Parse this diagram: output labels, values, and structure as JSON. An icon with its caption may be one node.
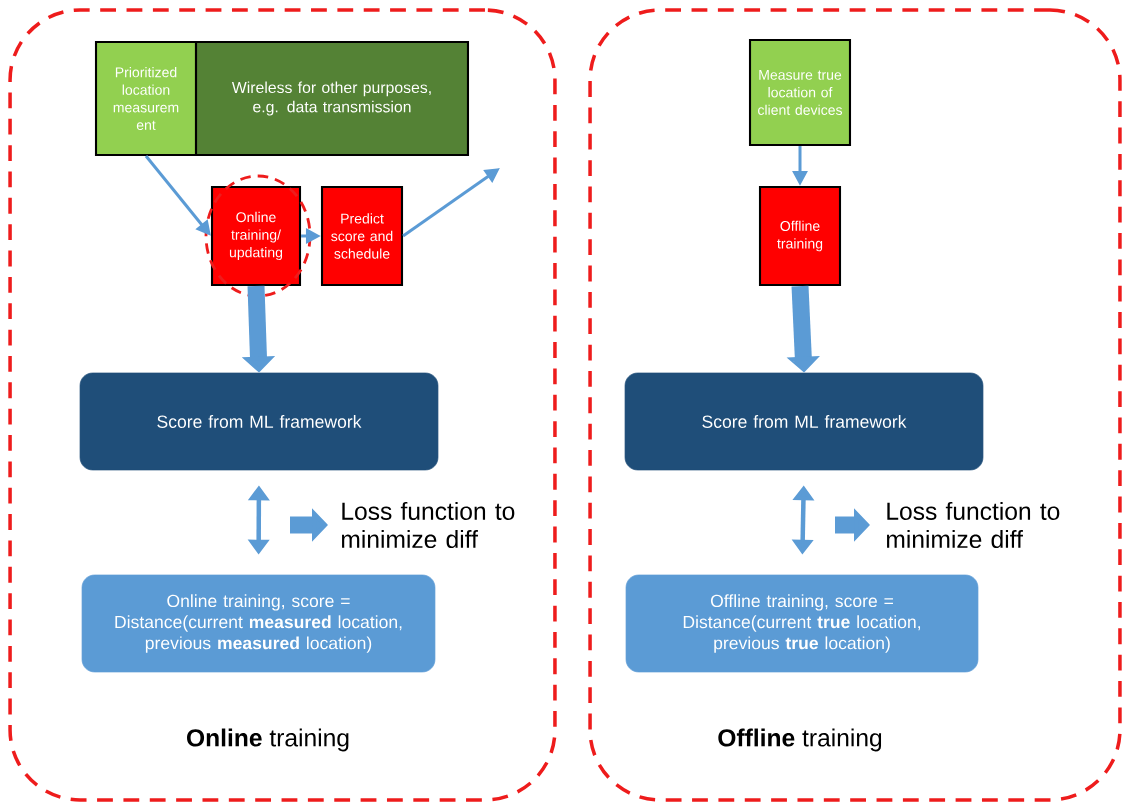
{
  "diagram": {
    "nodes": [
      {
        "text": [
          "**Online** training"
        ]
      },
      {
        "text": [
          "Prioritized location measurem ent"
        ],
        "in": 0
      },
      {
        "text": [
          "Wireless for other purposes, e.g. data transmission"
        ],
        "in": 0
      },
      {
        "text": [
          "Online training/ updating"
        ],
        "in": 0
      },
      {
        "text": [
          "Predict score and schedule"
        ],
        "in": 0
      },
      {
        "text": [
          "Score from ML framework"
        ],
        "in": 0
      },
      {
        "text": [
          "Online training, score = Distance(current **measured** location, previous **measured** location)"
        ],
        "in": 0
      },
      {
        "text": [
          "Loss function to minimize diff"
        ],
        "in": 0
      },
      {
        "text": [
          "**Offline** training"
        ]
      },
      {
        "text": [
          "Measure true location of client devices"
        ],
        "in": 8
      },
      {
        "text": [
          "Offline training"
        ],
        "in": 8
      },
      {
        "text": [
          "Score from ML framework"
        ],
        "in": 8
      },
      {
        "text": [
          "Offline training, score = Distance(current **true** location, previous **true** location)"
        ],
        "in": 8
      },
      {
        "text": [
          "Loss function to minimize diff"
        ],
        "in": 8
      }
    ],
    "edges": [
      {
        "from": 1,
        "to": 3,
        "arrow": "to"
      },
      {
        "from": 3,
        "to": 4,
        "arrow": "to"
      },
      {
        "from": 4,
        "to": null,
        "arrow": "to"
      },
      {
        "from": 3,
        "to": 5,
        "arrow": "to",
        "style": "thick"
      },
      {
        "from": 5,
        "to": 6,
        "arrow": "both"
      },
      {
        "from": null,
        "to": 7,
        "arrow": "to",
        "style": "thick"
      },
      {
        "from": 9,
        "to": 10,
        "arrow": "to"
      },
      {
        "from": 10,
        "to": 11,
        "arrow": "to",
        "style": "thick"
      },
      {
        "from": 11,
        "to": 12,
        "arrow": "both"
      },
      {
        "from": null,
        "to": 13,
        "arrow": "to",
        "style": "thick"
      }
    ]
  }
}
